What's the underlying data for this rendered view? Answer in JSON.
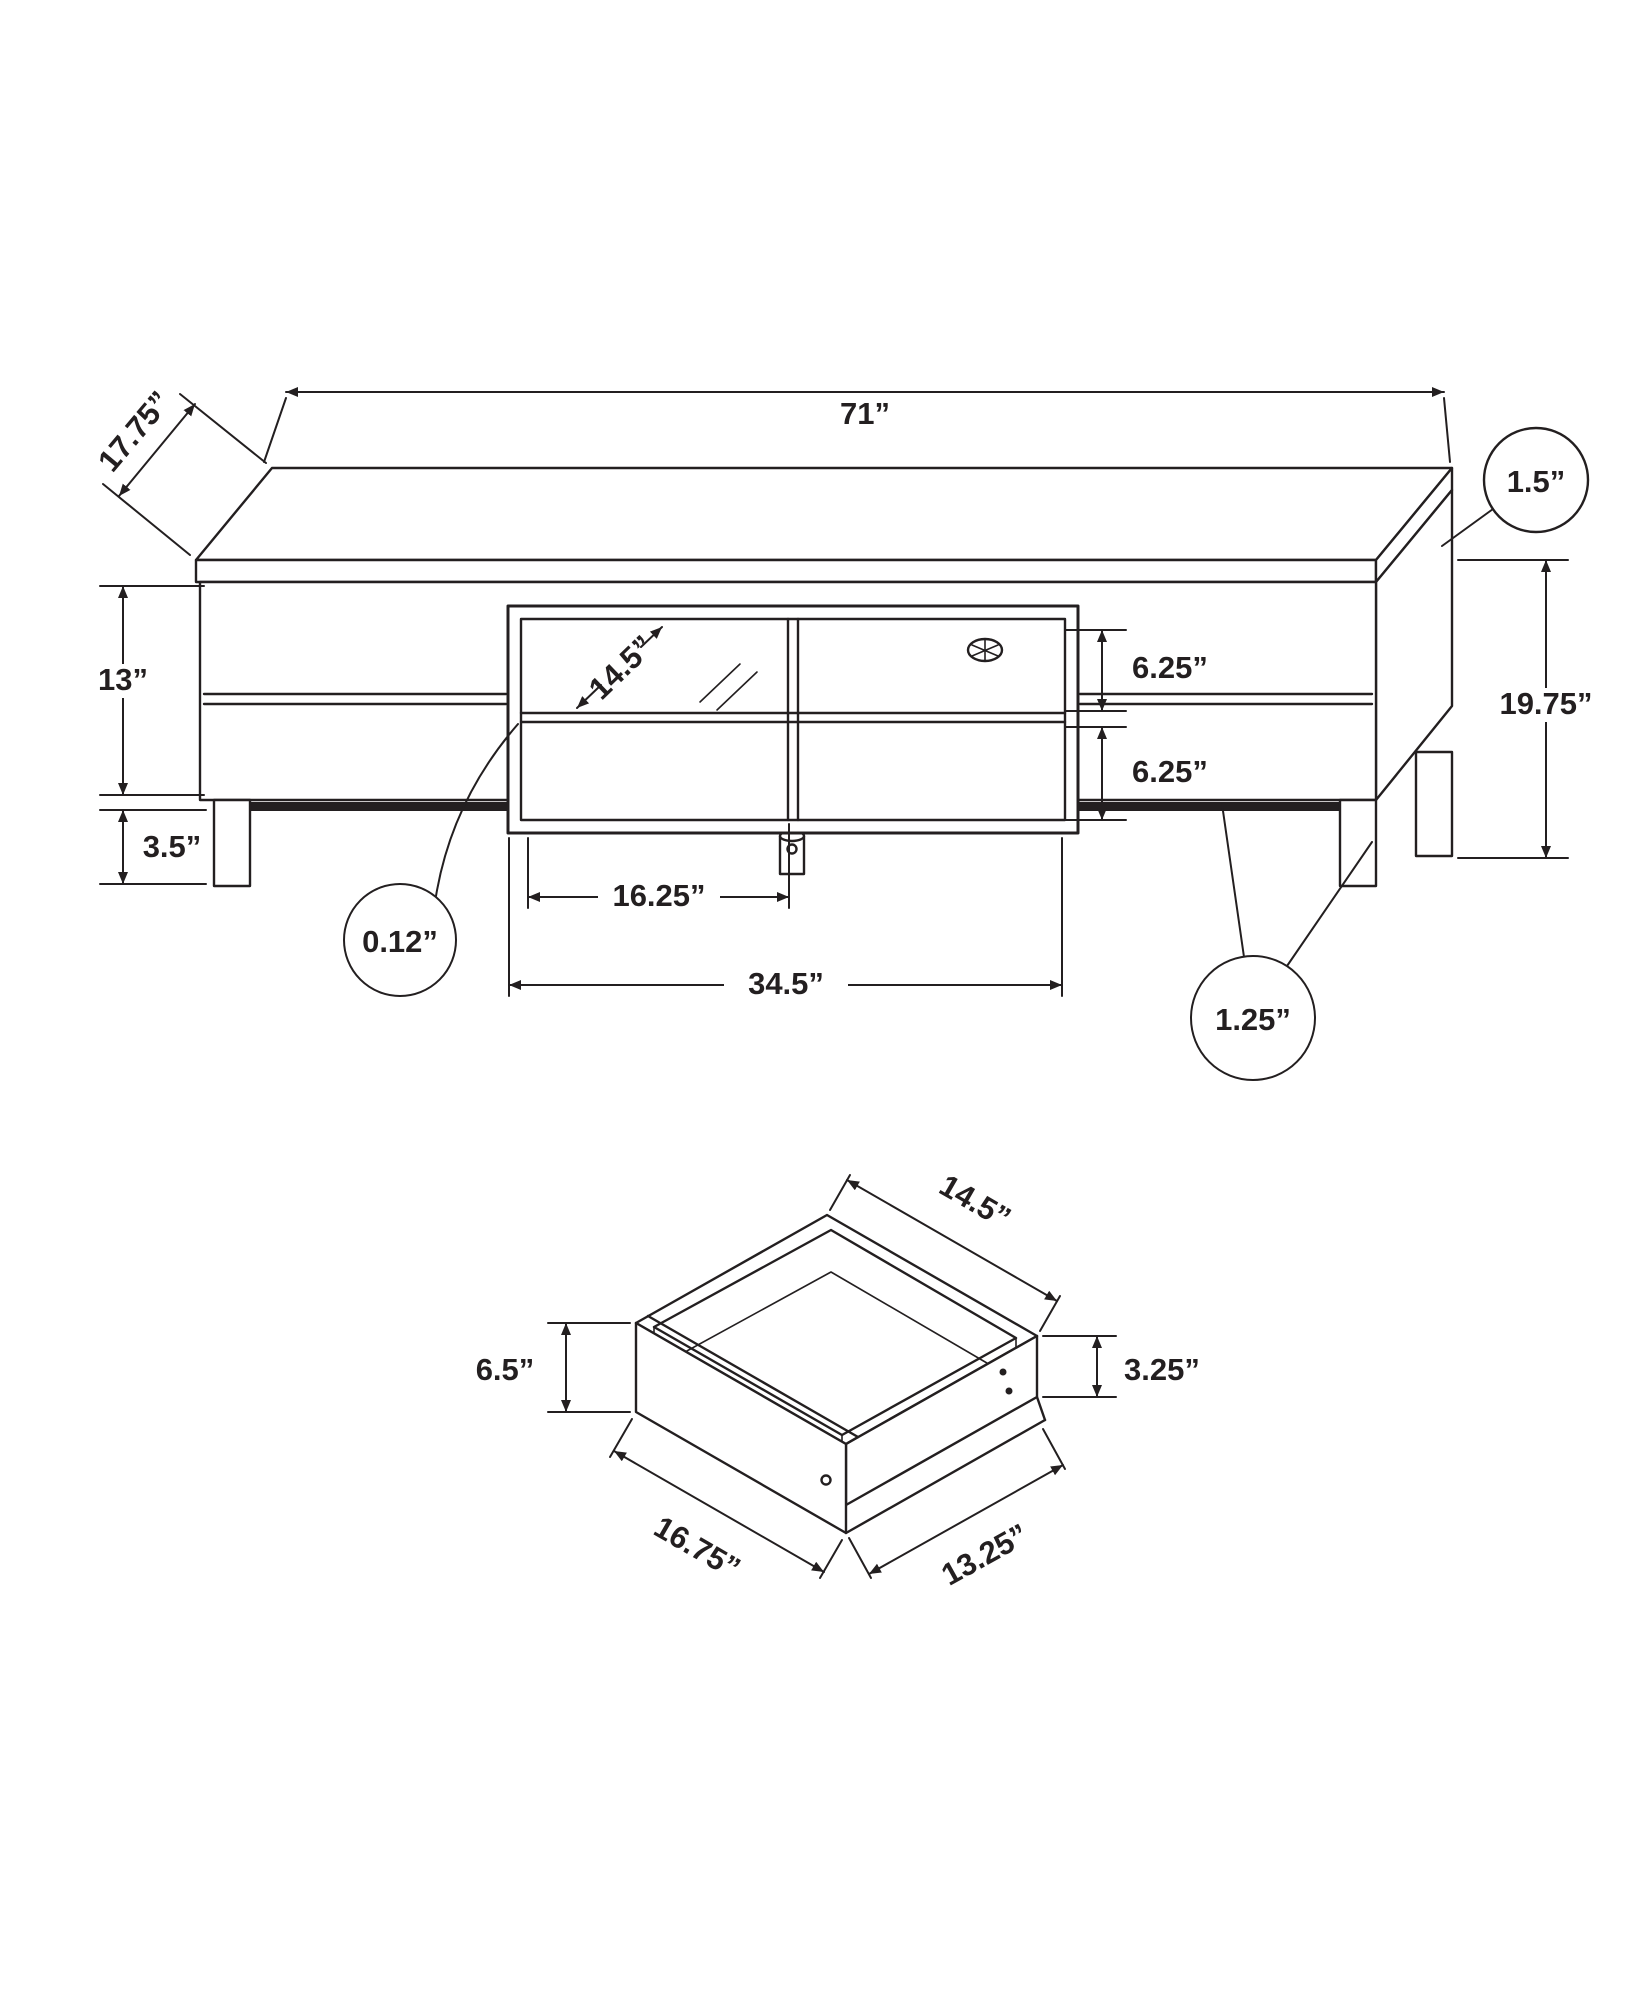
{
  "dims": {
    "tv": {
      "overall_width": "71”",
      "depth": "17.75”",
      "top_thickness": "1.5”",
      "cabinet_height": "13”",
      "overall_height": "19.75”",
      "upper_compartment": "6.25”",
      "lower_compartment": "6.25”",
      "leg_height": "3.5”",
      "reveal": "0.12”",
      "compartment_width": "16.25”",
      "opening_width": "34.5”",
      "foot_height": "1.25”",
      "shelf_depth": "14.5”"
    },
    "drawer": {
      "top_width": "14.5”",
      "front_height": "6.5”",
      "side_height": "3.25”",
      "front_width": "16.75”",
      "depth": "13.25”"
    }
  },
  "colors": {
    "line": "#231f20",
    "background": "#ffffff"
  }
}
